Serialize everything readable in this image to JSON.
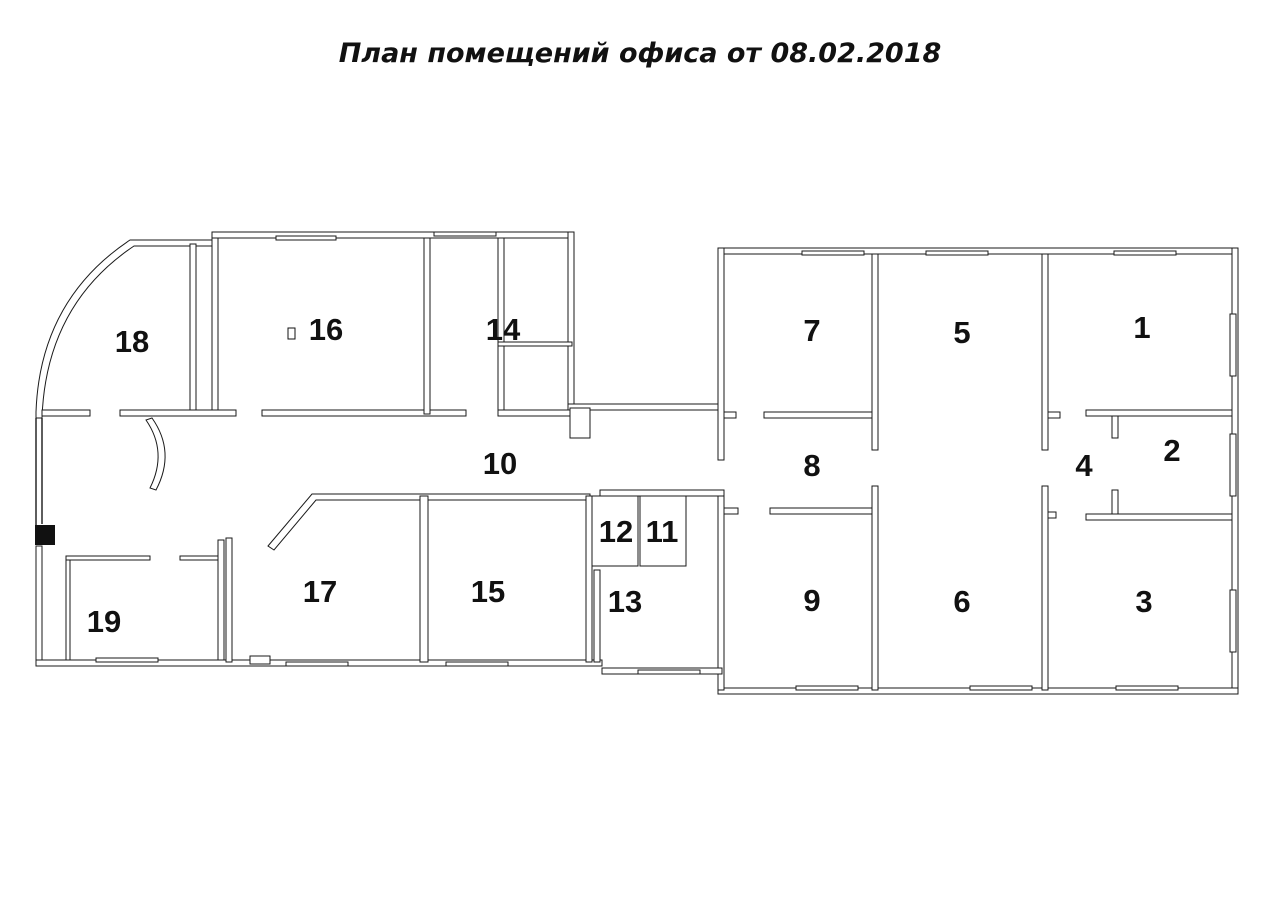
{
  "title": "План помещений офиса от 08.02.2018",
  "rooms": [
    "1",
    "2",
    "3",
    "4",
    "5",
    "6",
    "7",
    "8",
    "9",
    "10",
    "11",
    "12",
    "13",
    "14",
    "15",
    "16",
    "17",
    "18",
    "19"
  ]
}
